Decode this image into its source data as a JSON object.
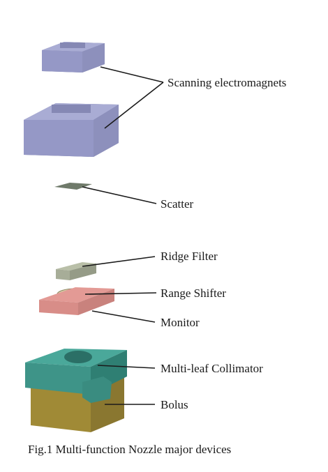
{
  "labels": {
    "scanning_electromagnets": "Scanning electromagnets",
    "scatter": "Scatter",
    "ridge_filter": "Ridge Filter",
    "range_shifter": "Range Shifter",
    "monitor": "Monitor",
    "multi_leaf_collimator": "Multi-leaf Collimator",
    "bolus": "Bolus"
  },
  "caption": "Fig.1 Multi-function Nozzle major devices",
  "colors": {
    "magnet_top": "#a9acd4",
    "magnet_side": "#8d90bc",
    "magnet_front": "#7a7da8",
    "scatter": "#6f7a6a",
    "ridge_filter": "#a7ad98",
    "range_shifter": "#d8cfa8",
    "monitor_top": "#e39a95",
    "monitor_side": "#c9827d",
    "collimator_top": "#4aa89a",
    "collimator_side": "#2f7f73",
    "bolus_top": "#b39a3e",
    "bolus_side": "#8a7730"
  }
}
